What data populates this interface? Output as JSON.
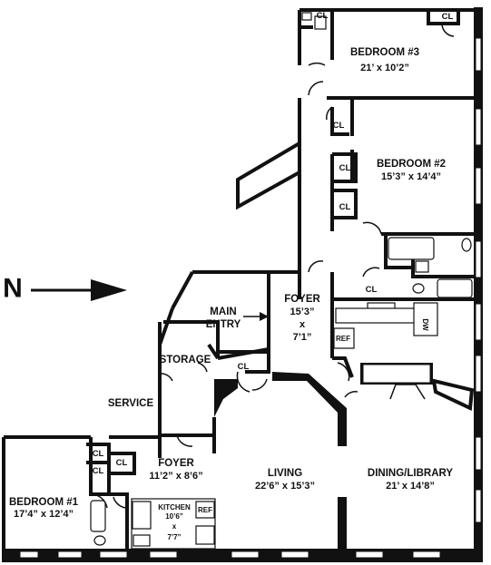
{
  "compass": {
    "label": "N"
  },
  "rooms": {
    "bedroom3": {
      "name": "BEDROOM #3",
      "dims": "21’ x 10’2”"
    },
    "bedroom2": {
      "name": "BEDROOM #2",
      "dims": "15’3” x 14’4”"
    },
    "bedroom1": {
      "name": "BEDROOM #1",
      "dims": "17’4” x 12’4”"
    },
    "foyer_main": {
      "name": "FOYER",
      "dims_w": "15’3”",
      "dims_x": "x",
      "dims_d": "7’1”"
    },
    "foyer_south": {
      "name": "FOYER",
      "dims": "11’2” x 8’6”"
    },
    "main_entry": {
      "name": "MAIN ENTRY",
      "line1": "MAIN",
      "line2": "ENTRY"
    },
    "storage": {
      "name": "STORAGE"
    },
    "service": {
      "name": "SERVICE"
    },
    "kitchen": {
      "name": "KITCHEN",
      "dims_w": "10’6”",
      "dims_x": "x",
      "dims_d": "7’7”"
    },
    "living": {
      "name": "LIVING",
      "dims": "22’6” x 15’3”"
    },
    "dining": {
      "name": "DINING/LIBRARY",
      "dims": "21’ x 14’8”"
    }
  },
  "fixtures": {
    "closet": "CL",
    "refrigerator": "REF",
    "dishwasher": "DW"
  }
}
